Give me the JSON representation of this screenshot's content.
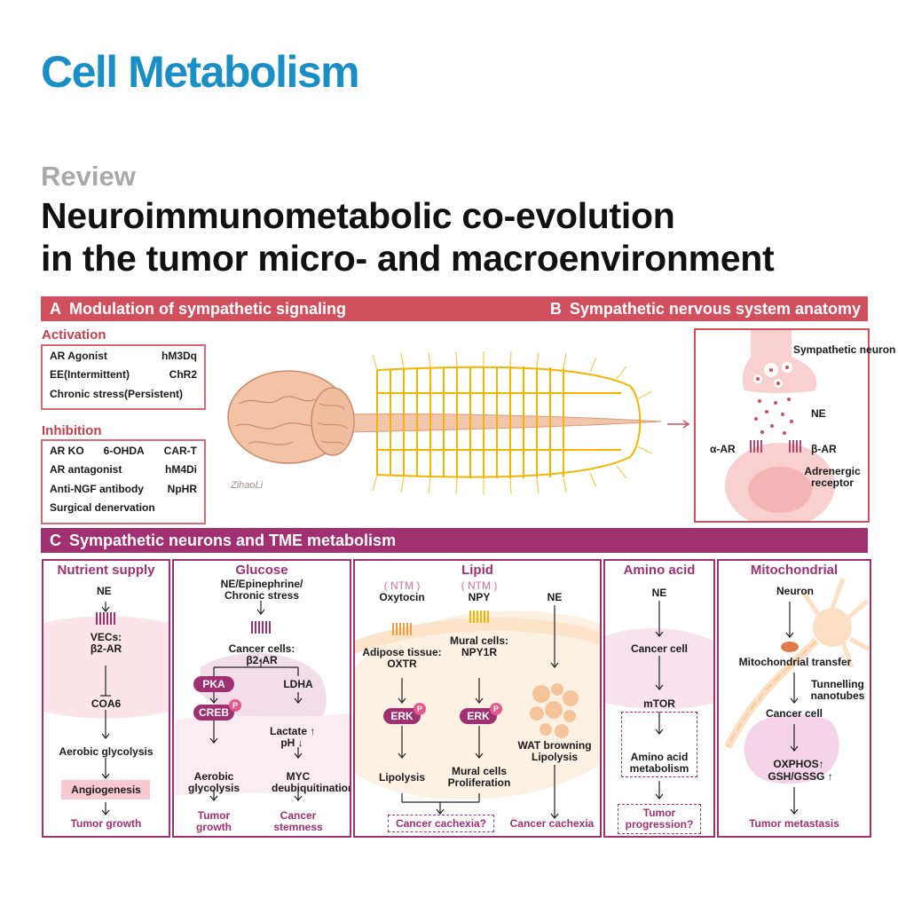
{
  "journal": "Cell Metabolism",
  "article_type": "Review",
  "title_line1": "Neuroimmunometabolic co-evolution",
  "title_line2": "in the tumor micro- and macroenvironment",
  "section_a": {
    "letter": "A",
    "title": "Modulation of sympathetic signaling"
  },
  "section_b": {
    "letter": "B",
    "title": "Sympathetic nervous system anatomy"
  },
  "section_c": {
    "letter": "C",
    "title": "Sympathetic neurons and TME metabolism"
  },
  "activation": {
    "label": "Activation",
    "rows": [
      [
        "AR Agonist",
        "hM3Dq"
      ],
      [
        "EE(Intermittent)",
        "ChR2"
      ],
      [
        "Chronic stress(Persistent)",
        ""
      ]
    ]
  },
  "inhibition": {
    "label": "Inhibition",
    "rows": [
      [
        "AR KO",
        "6-OHDA",
        "CAR-T"
      ],
      [
        "AR antagonist",
        "hM4Di"
      ],
      [
        "Anti-NGF antibody",
        "NpHR"
      ],
      [
        "Surgical denervation"
      ]
    ]
  },
  "signature": "ZihaoLi",
  "anatomy": {
    "neuron": "Sympathetic neuron",
    "ne": "NE",
    "alpha": "α-AR",
    "beta": "β-AR",
    "receptor": "Adrenergic receptor"
  },
  "nutrient": {
    "title": "Nutrient supply",
    "ne": "NE",
    "vecs": "VECs:",
    "b2ar": "β2-AR",
    "coa6": "COA6",
    "aerobic": "Aerobic glycolysis",
    "angio": "Angiogenesis",
    "out": "Tumor growth"
  },
  "glucose": {
    "title": "Glucose",
    "input1": "NE/Epinephrine/",
    "input2": "Chronic stress",
    "cancer": "Cancer cells:",
    "b2ar": "β2-AR",
    "pka": "PKA",
    "creb": "CREB",
    "p": "P",
    "ldha": "LDHA",
    "lactate": "Lactate",
    "ph": "pH",
    "aero1": "Aerobic",
    "aero2": "glycolysis",
    "myc1": "MYC",
    "myc2": "deubiquitination",
    "out1a": "Tumor",
    "out1b": "growth",
    "out2a": "Cancer",
    "out2b": "stemness"
  },
  "lipid": {
    "title": "Lipid",
    "ntm1": "( NTM )",
    "ntm2": "( NTM )",
    "oxytocin": "Oxytocin",
    "npy": "NPY",
    "ne": "NE",
    "adipose1": "Adipose tissue:",
    "adipose2": "OXTR",
    "mural1": "Mural cells:",
    "mural2": "NPY1R",
    "erk": "ERK",
    "p": "P",
    "wat1": "WAT browning",
    "wat2": "Lipolysis",
    "lipolysis": "Lipolysis",
    "prolif1": "Mural cells",
    "prolif2": "Proliferation",
    "cachexia_q": "Cancer cachexia?",
    "cachexia": "Cancer cachexia"
  },
  "amino": {
    "title": "Amino acid",
    "ne": "NE",
    "cancer": "Cancer cell",
    "mtor": "mTOR",
    "aa1": "Amino acid",
    "aa2": "metabolism",
    "out1": "Tumor",
    "out2": "progression?"
  },
  "mito": {
    "title": "Mitochondrial",
    "neuron": "Neuron",
    "transfer": "Mitochondrial transfer",
    "tnt1": "Tunnelling",
    "tnt2": "nanotubes",
    "cancer": "Cancer cell",
    "oxphos": "OXPHOS",
    "gsh": "GSH/GSSG",
    "out": "Tumor metastasis"
  }
}
